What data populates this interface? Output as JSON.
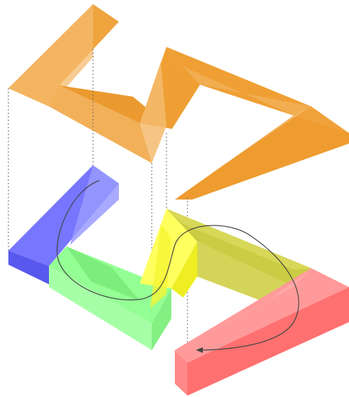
{
  "figure": {
    "background": "#ffffff",
    "top_shape": {
      "color": "#ef9f33",
      "light": "#f4bb6e",
      "dark": "#e89428"
    },
    "segments": [
      {
        "name": "blue-segment",
        "color": "#7777ff"
      },
      {
        "name": "green-segment",
        "color": "#99ff99"
      },
      {
        "name": "yellow-segment",
        "color": "#ffff44"
      },
      {
        "name": "olive-segment",
        "color": "#cccc44"
      },
      {
        "name": "red-segment",
        "color": "#ff7777"
      }
    ],
    "guide_lines": {
      "color": "#666666",
      "style": "dotted"
    },
    "path_curve": {
      "color": "#444444",
      "arrow": "arrowhead-at-end"
    }
  }
}
